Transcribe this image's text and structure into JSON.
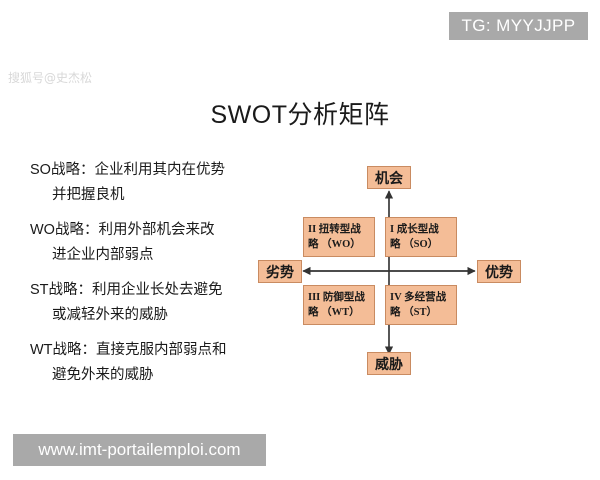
{
  "badge": {
    "text": "TG: MYYJJPP",
    "background": "#a9a9a9",
    "color": "#ffffff"
  },
  "watermark": {
    "text": "搜狐号@史杰松",
    "color": "#d8d8d8"
  },
  "title": "SWOT分析矩阵",
  "strategies": [
    {
      "line1": "SO战略：企业利用其内在优势",
      "line2": "并把握良机"
    },
    {
      "line1": "WO战略：利用外部机会来改",
      "line2": "进企业内部弱点"
    },
    {
      "line1": "ST战略：利用企业长处去避免",
      "line2": "或减轻外来的威胁"
    },
    {
      "line1": "WT战略：直接克服内部弱点和",
      "line2": "避免外来的威胁"
    }
  ],
  "matrix": {
    "axis_labels": {
      "top": "机会",
      "left": "劣势",
      "right": "优势",
      "bottom": "威胁"
    },
    "quadrants": [
      {
        "position": "top-left",
        "line1": "II 扭转型战",
        "line2": "略 （WO）"
      },
      {
        "position": "top-right",
        "line1": "I 成长型战",
        "line2": "略 （SO）"
      },
      {
        "position": "bottom-left",
        "line1": "III 防御型战",
        "line2": "略 （WT）"
      },
      {
        "position": "bottom-right",
        "line1": "IV 多经营战",
        "line2": "略 （ST）"
      }
    ],
    "box_fill": "#f4bd97",
    "box_border": "#c98b61",
    "axis_color": "#333333"
  },
  "footer": {
    "url": "www.imt-portailemploi.com",
    "background": "#a9a9a9",
    "color": "#ffffff"
  }
}
